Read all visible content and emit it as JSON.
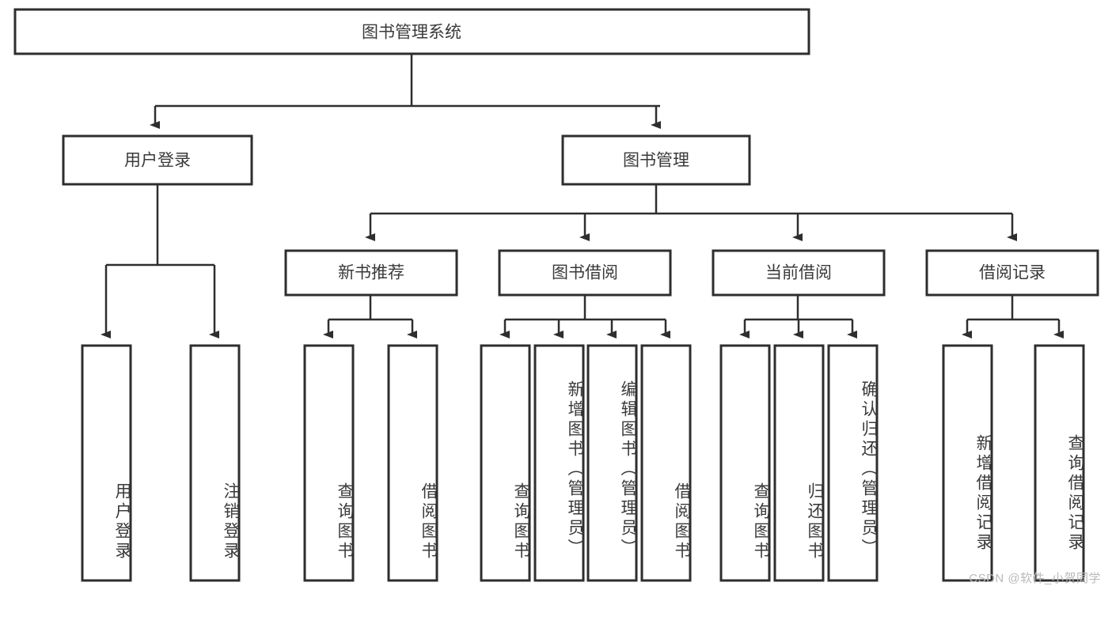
{
  "diagram": {
    "title": "图书管理系统",
    "watermark": "CSDN @软件_小贺同学",
    "colors": {
      "box_stroke": "#2e2e2e",
      "box_fill": "#ffffff",
      "text": "#3a3a3a",
      "watermark": "#b9b9b9",
      "background": "#ffffff"
    },
    "root": {
      "label": "图书管理系统"
    },
    "level2": [
      {
        "label": "用户登录"
      },
      {
        "label": "图书管理"
      }
    ],
    "level3": [
      {
        "label": "新书推荐"
      },
      {
        "label": "图书借阅"
      },
      {
        "label": "当前借阅"
      },
      {
        "label": "借阅记录"
      }
    ],
    "leaves": {
      "user_login": [
        {
          "label": "用户登录"
        },
        {
          "label": "注销登录"
        }
      ],
      "new_book": [
        {
          "label": "查询图书"
        },
        {
          "label": "借阅图书"
        }
      ],
      "book_borrow": [
        {
          "label": "查询图书"
        },
        {
          "label": "新增图书（管理员）"
        },
        {
          "label": "编辑图书（管理员）"
        },
        {
          "label": "借阅图书"
        }
      ],
      "current_borrow": [
        {
          "label": "查询图书"
        },
        {
          "label": "归还图书"
        },
        {
          "label": "确认归还（管理员）"
        }
      ],
      "borrow_record": [
        {
          "label": "新增借阅记录"
        },
        {
          "label": "查询借阅记录"
        }
      ]
    }
  }
}
